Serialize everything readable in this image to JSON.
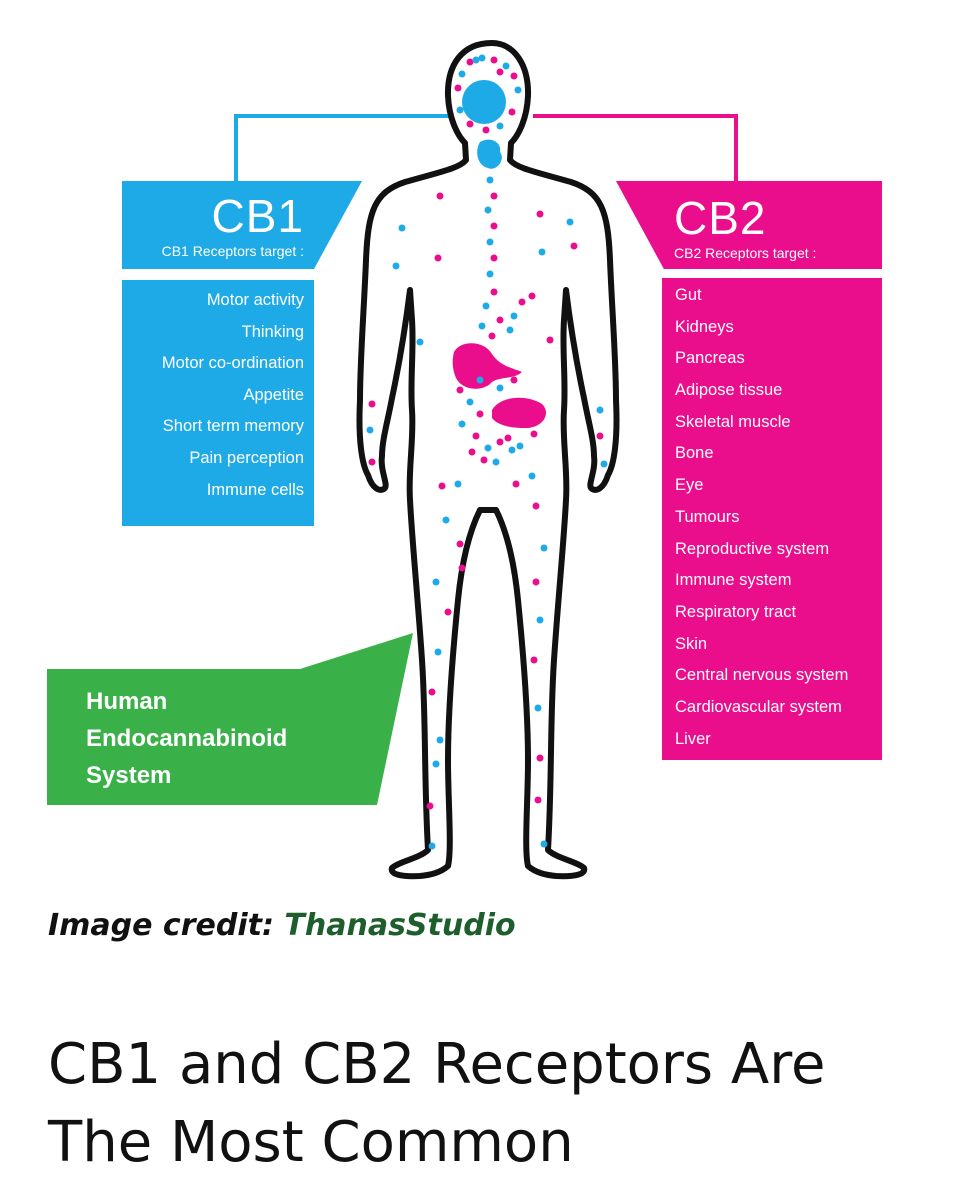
{
  "figure": {
    "cb1": {
      "title": "CB1",
      "subtitle": "CB1 Receptors target :",
      "color": "#1eaae7",
      "targets": [
        "Motor activity",
        "Thinking",
        "Motor co-ordination",
        "Appetite",
        "Short term memory",
        "Pain perception",
        "Immune cells"
      ]
    },
    "cb2": {
      "title": "CB2",
      "subtitle": "CB2 Receptors target :",
      "color": "#ea0d8c",
      "targets": [
        "Gut",
        "Kidneys",
        "Pancreas",
        "Adipose tissue",
        "Skeletal muscle",
        "Bone",
        "Eye",
        "Tumours",
        "Reproductive system",
        "Immune system",
        "Respiratory tract",
        "Skin",
        "Central nervous system",
        "Cardiovascular system",
        "Liver"
      ]
    },
    "system_label": "Human\nEndocannabinoid\nSystem",
    "system_color": "#3ab049"
  },
  "credit": {
    "prefix": "Image credit: ",
    "source": "ThanasStudio",
    "source_color": "#1d5e2c"
  },
  "article": {
    "title": "CB1 and CB2 Receptors Are The Most Common"
  }
}
